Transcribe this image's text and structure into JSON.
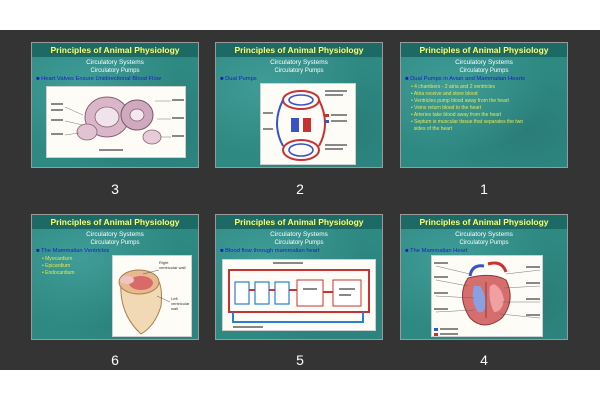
{
  "slides": [
    {
      "number": "3",
      "title": "Principles of Animal Physiology",
      "subtitle1": "Circulatory Systems",
      "subtitle2": "Circulatory Pumps",
      "bullet": "Heart Valves Ensure Unidirectional Blood Flow",
      "figure": "heart-valves-diagram"
    },
    {
      "number": "2",
      "title": "Principles of Animal Physiology",
      "subtitle1": "Circulatory Systems",
      "subtitle2": "Circulatory Pumps",
      "bullet": "Dual Pumps",
      "figure": "dual-pump-circulation-diagram"
    },
    {
      "number": "1",
      "title": "Principles of Animal Physiology",
      "subtitle1": "Circulatory Systems",
      "subtitle2": "Circulatory Pumps",
      "bullet": "Dual Pumps in Avian and Mammalian Hearts",
      "sub_bullets": [
        "4 chambers - 2 atria and 2 ventricles",
        "Atria receive and store blood",
        "Ventricles pump blood away from the heart",
        "Veins return blood to the heart",
        "Arteries take blood away from the heart",
        "Septum is muscular tissue that separates the two",
        "sides of the heart"
      ]
    },
    {
      "number": "6",
      "title": "Principles of Animal Physiology",
      "subtitle1": "Circulatory Systems",
      "subtitle2": "Circulatory Pumps",
      "bullet": "The Mammalian Ventricles",
      "sub_bullets": [
        "Myocardium",
        "Epicardium",
        "Endocardium"
      ],
      "figure": "ventricle-cross-section",
      "figure_labels": [
        "Right",
        "ventricular wall",
        "Left",
        "ventricular",
        "wall"
      ]
    },
    {
      "number": "5",
      "title": "Principles of Animal Physiology",
      "subtitle1": "Circulatory Systems",
      "subtitle2": "Circulatory Pumps",
      "bullet": "Blood flow through mammalian heart",
      "figure": "blood-flow-schematic"
    },
    {
      "number": "4",
      "title": "Principles of Animal Physiology",
      "subtitle1": "Circulatory Systems",
      "subtitle2": "Circulatory Pumps",
      "bullet": "The Mammalian Heart",
      "figure": "mammalian-heart-diagram"
    }
  ],
  "colors": {
    "panel_bg": "#343434",
    "slide_bg": "#2f8983",
    "title_text": "#ffff66",
    "bullet_text": "#1a1acd",
    "sub_bullet_text": "#e8e850",
    "number_text": "#ffffff"
  }
}
